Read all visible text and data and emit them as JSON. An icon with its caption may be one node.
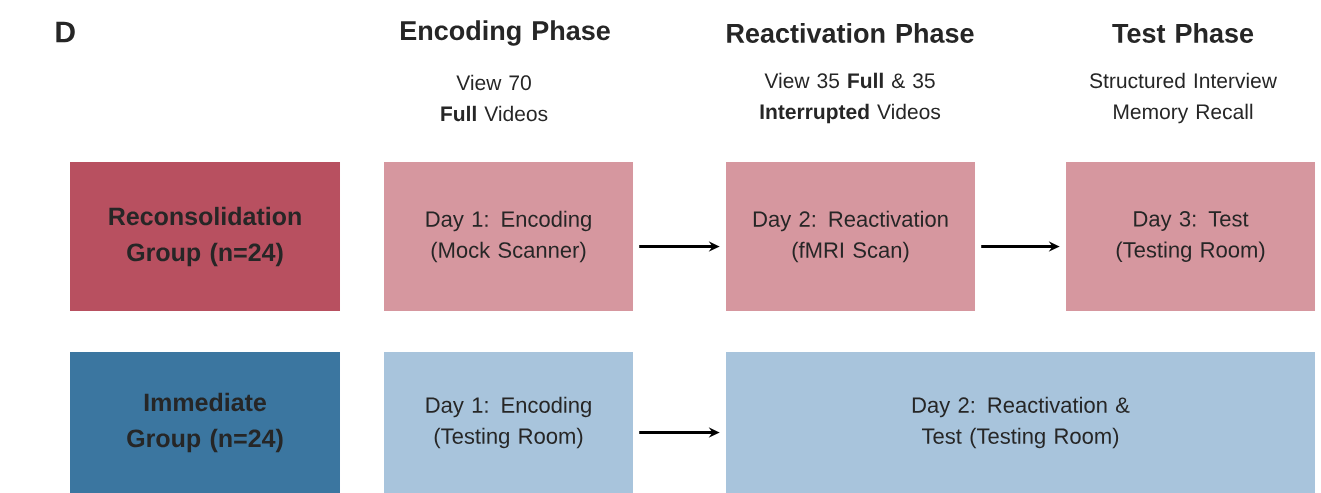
{
  "diagram": {
    "nodes": [
      {
        "text": [
          "Reconsolidation Group (n=24)"
        ]
      },
      {
        "text": [
          "Day 1: Encoding (Mock Scanner)"
        ]
      },
      {
        "text": [
          "Day 2: Reactivation (fMRI Scan)"
        ]
      },
      {
        "text": [
          "Day 3: Test (Testing Room)"
        ]
      },
      {
        "text": [
          "Immediate Group (n=24)"
        ]
      },
      {
        "text": [
          "Day 1: Encoding (Testing Room)"
        ]
      },
      {
        "text": [
          "Day 2: Reactivation & Test (Testing Room)"
        ]
      }
    ],
    "edges": [
      {
        "from": 1,
        "to": 2,
        "arrow": "to"
      },
      {
        "from": 2,
        "to": 3,
        "arrow": "to"
      },
      {
        "from": 5,
        "to": 6,
        "arrow": "to"
      }
    ],
    "labels": [
      "D",
      "Encoding Phase",
      "View 70 **Full** Videos",
      "Reactivation Phase",
      "View 35 **Full** & 35 **Interrupted** Videos",
      "Test Phase",
      "Structured Interview Memory Recall"
    ]
  }
}
